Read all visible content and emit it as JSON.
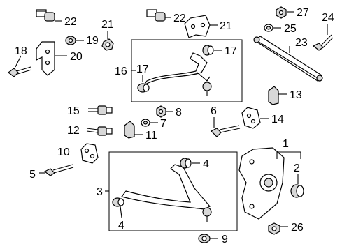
{
  "callouts": {
    "c1": "1",
    "c2": "2",
    "c3": "3",
    "c4a": "4",
    "c4b": "4",
    "c5": "5",
    "c6": "6",
    "c7": "7",
    "c8": "8",
    "c9": "9",
    "c10": "10",
    "c11": "11",
    "c12": "12",
    "c13": "13",
    "c14": "14",
    "c15": "15",
    "c16": "16",
    "c17a": "17",
    "c17b": "17",
    "c18": "18",
    "c19": "19",
    "c20": "20",
    "c21a": "21",
    "c21b": "21",
    "c22a": "22",
    "c22b": "22",
    "c23": "23",
    "c24": "24",
    "c25": "25",
    "c26": "26",
    "c27": "27"
  }
}
